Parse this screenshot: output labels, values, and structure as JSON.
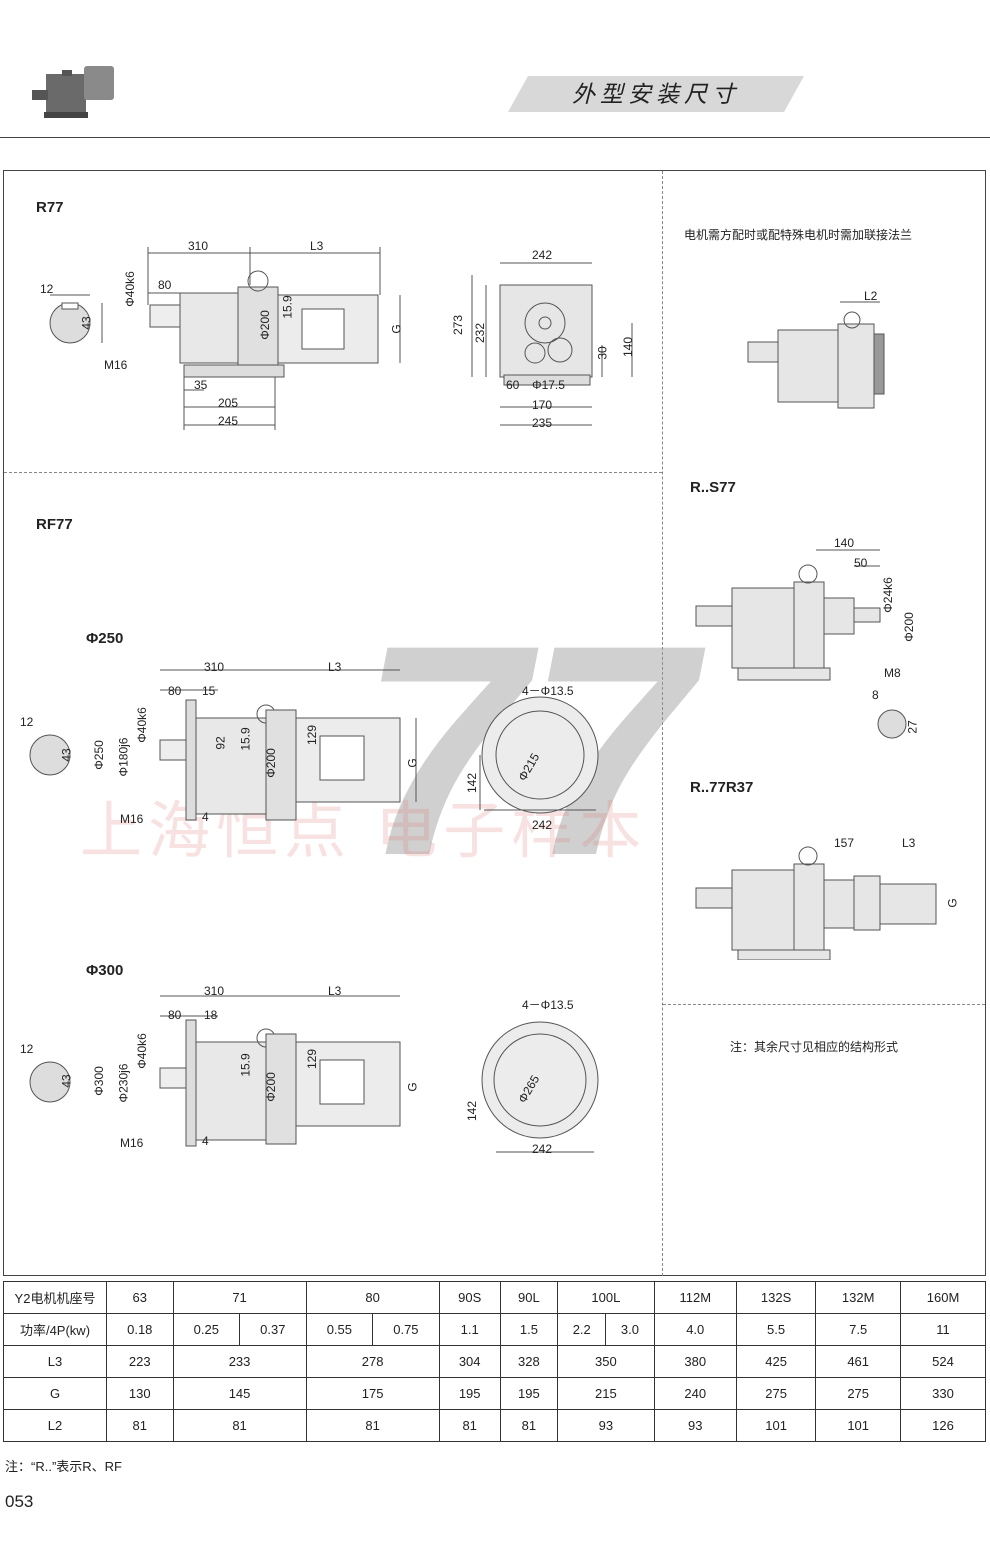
{
  "header": {
    "title": "外型安装尺寸"
  },
  "sections": {
    "r77": {
      "label": "R77"
    },
    "rf77": {
      "label": "RF77",
      "sub250": "Φ250",
      "sub300": "Φ300"
    },
    "rs77": {
      "label": "R..S77"
    },
    "r77r37": {
      "label": "R..77R37"
    }
  },
  "notes": {
    "flange": "电机需方配时或配特殊电机时需加联接法兰",
    "other": "注：其余尺寸见相应的结构形式",
    "footer": "注：“R..”表示R、RF"
  },
  "dims": {
    "d310": "310",
    "dL3": "L3",
    "d80": "80",
    "d12": "12",
    "d43": "43",
    "phi40k6": "Φ40k6",
    "m16": "M16",
    "phi200": "Φ200",
    "d159": "15.9",
    "dG": "G",
    "d35": "35",
    "d205": "205",
    "d245": "245",
    "d242": "242",
    "d273": "273",
    "d232": "232",
    "d30": "30",
    "d140": "140",
    "d60": "60",
    "phi175": "Φ17.5",
    "d170": "170",
    "d235": "235",
    "dL2": "L2",
    "d50": "50",
    "phi24k6": "Φ24k6",
    "m8": "M8",
    "d8": "8",
    "d27": "27",
    "d157": "157",
    "d15": "15",
    "d18": "18",
    "d92": "92",
    "d129": "129",
    "phi250": "Φ250",
    "phi180j6": "Φ180j6",
    "d4": "4",
    "holes": "4－Φ13.5",
    "phi215": "Φ215",
    "d142": "142",
    "phi300": "Φ300",
    "phi230j6": "Φ230j6",
    "phi265": "Φ265"
  },
  "watermark": {
    "company": "上海恒点 电子样本",
    "series": "77"
  },
  "table": {
    "header_row": [
      "Y2电机机座号",
      "63",
      "71",
      "80",
      "90S",
      "90L",
      "100L",
      "112M",
      "132S",
      "132M",
      "160M"
    ],
    "power_label": "功率/4P(kw)",
    "power": [
      "0.18",
      "0.25",
      "0.37",
      "0.55",
      "0.75",
      "1.1",
      "1.5",
      "2.2",
      "3.0",
      "4.0",
      "5.5",
      "7.5",
      "11"
    ],
    "rows": [
      {
        "label": "L3",
        "values": [
          "223",
          "233",
          "278",
          "304",
          "328",
          "350",
          "380",
          "425",
          "461",
          "524"
        ]
      },
      {
        "label": "G",
        "values": [
          "130",
          "145",
          "175",
          "195",
          "195",
          "215",
          "240",
          "275",
          "275",
          "330"
        ]
      },
      {
        "label": "L2",
        "values": [
          "81",
          "81",
          "81",
          "81",
          "81",
          "93",
          "93",
          "101",
          "101",
          "126"
        ]
      }
    ]
  },
  "page_number": "053"
}
